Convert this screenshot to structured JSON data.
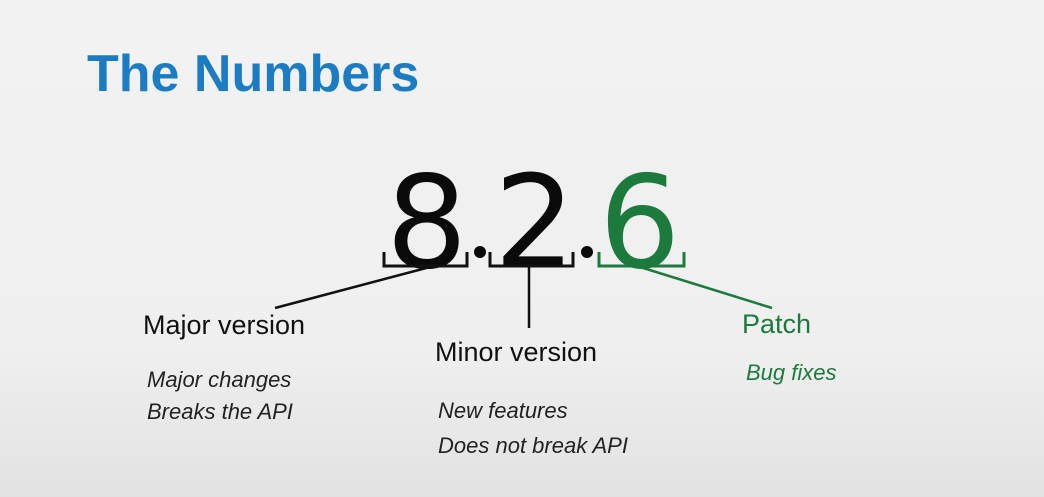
{
  "title": "The Numbers",
  "version": {
    "major": "8",
    "minor": "2",
    "patch": "6"
  },
  "labels": {
    "major": {
      "title": "Major version",
      "lines": [
        "Major changes",
        "Breaks the API"
      ]
    },
    "minor": {
      "title": "Minor version",
      "lines": [
        "New features",
        "Does not break API"
      ]
    },
    "patch": {
      "title": "Patch",
      "lines": [
        "Bug fixes"
      ]
    }
  },
  "colors": {
    "title": "#1c7cc3",
    "patch": "#1b7a3c",
    "text": "#0a0a0a"
  }
}
